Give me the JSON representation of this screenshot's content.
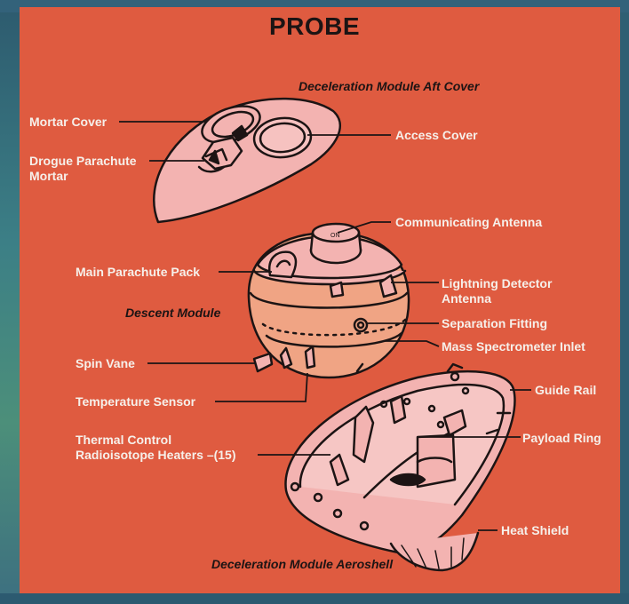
{
  "title": "PROBE",
  "labels": {
    "aft_cover": "Deceleration Module Aft Cover",
    "mortar_cover": "Mortar Cover",
    "access_cover": "Access Cover",
    "drogue_1": "Drogue Parachute",
    "drogue_2": "Mortar",
    "comm_antenna": "Communicating Antenna",
    "main_parachute": "Main Parachute Pack",
    "lightning_1": "Lightning Detector",
    "lightning_2": "Antenna",
    "descent_module": "Descent Module",
    "separation_fitting": "Separation Fitting",
    "mass_spec": "Mass Spectrometer Inlet",
    "spin_vane": "Spin Vane",
    "temp_sensor": "Temperature Sensor",
    "guide_rail": "Guide Rail",
    "thermal_1": "Thermal Control",
    "thermal_2": "Radioisotope Heaters –(15)",
    "payload_ring": "Payload Ring",
    "heat_shield": "Heat Shield",
    "aeroshell": "Deceleration Module Aeroshell"
  },
  "colors": {
    "panel": "#df5b40",
    "part_fill": "#f3b3b1",
    "descent_fill": "#f0a484",
    "line": "#1c1414",
    "label_text": "#f6f0ea",
    "italic_text": "#1c1414"
  }
}
